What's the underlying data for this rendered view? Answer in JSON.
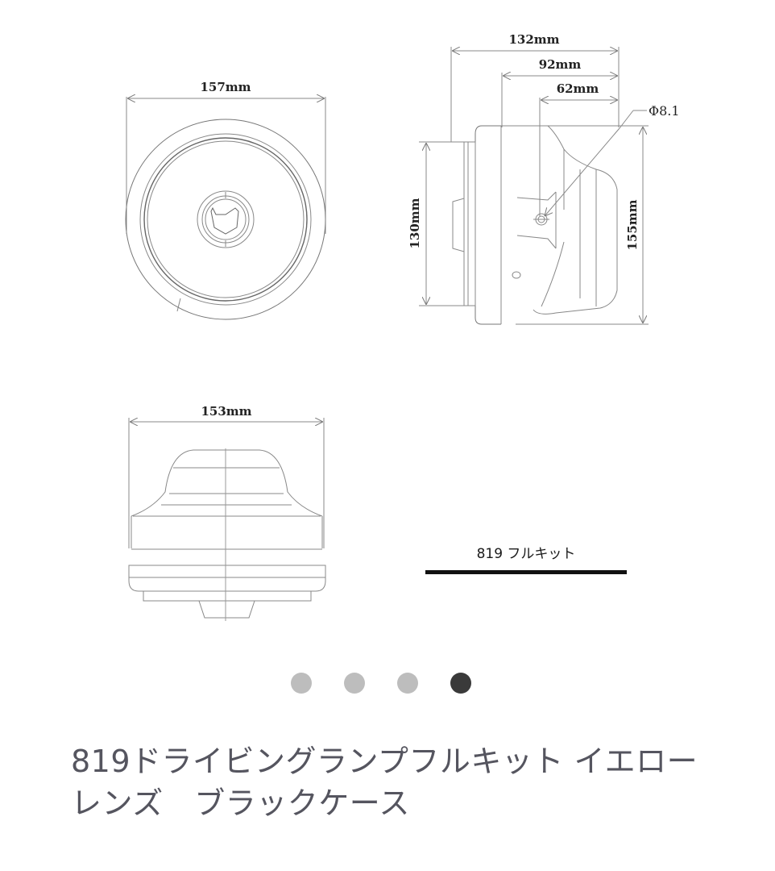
{
  "product_image": {
    "front_view": {
      "width_label": "157mm"
    },
    "side_view": {
      "depth_total_label": "132mm",
      "depth_mid_label": "92mm",
      "depth_mount_label": "62mm",
      "hole_label": "Φ8.1",
      "rear_height_label": "130mm",
      "front_height_label": "155mm"
    },
    "top_view": {
      "width_label": "153mm"
    },
    "kit_caption": "819 フルキット"
  },
  "carousel": {
    "dot_count": 4,
    "active_index": 3,
    "colors": {
      "inactive": "#bdbdbd",
      "active": "#3a3a3a"
    }
  },
  "product": {
    "title": "819ドライビングランプフルキット イエローレンズ　ブラックケース"
  }
}
